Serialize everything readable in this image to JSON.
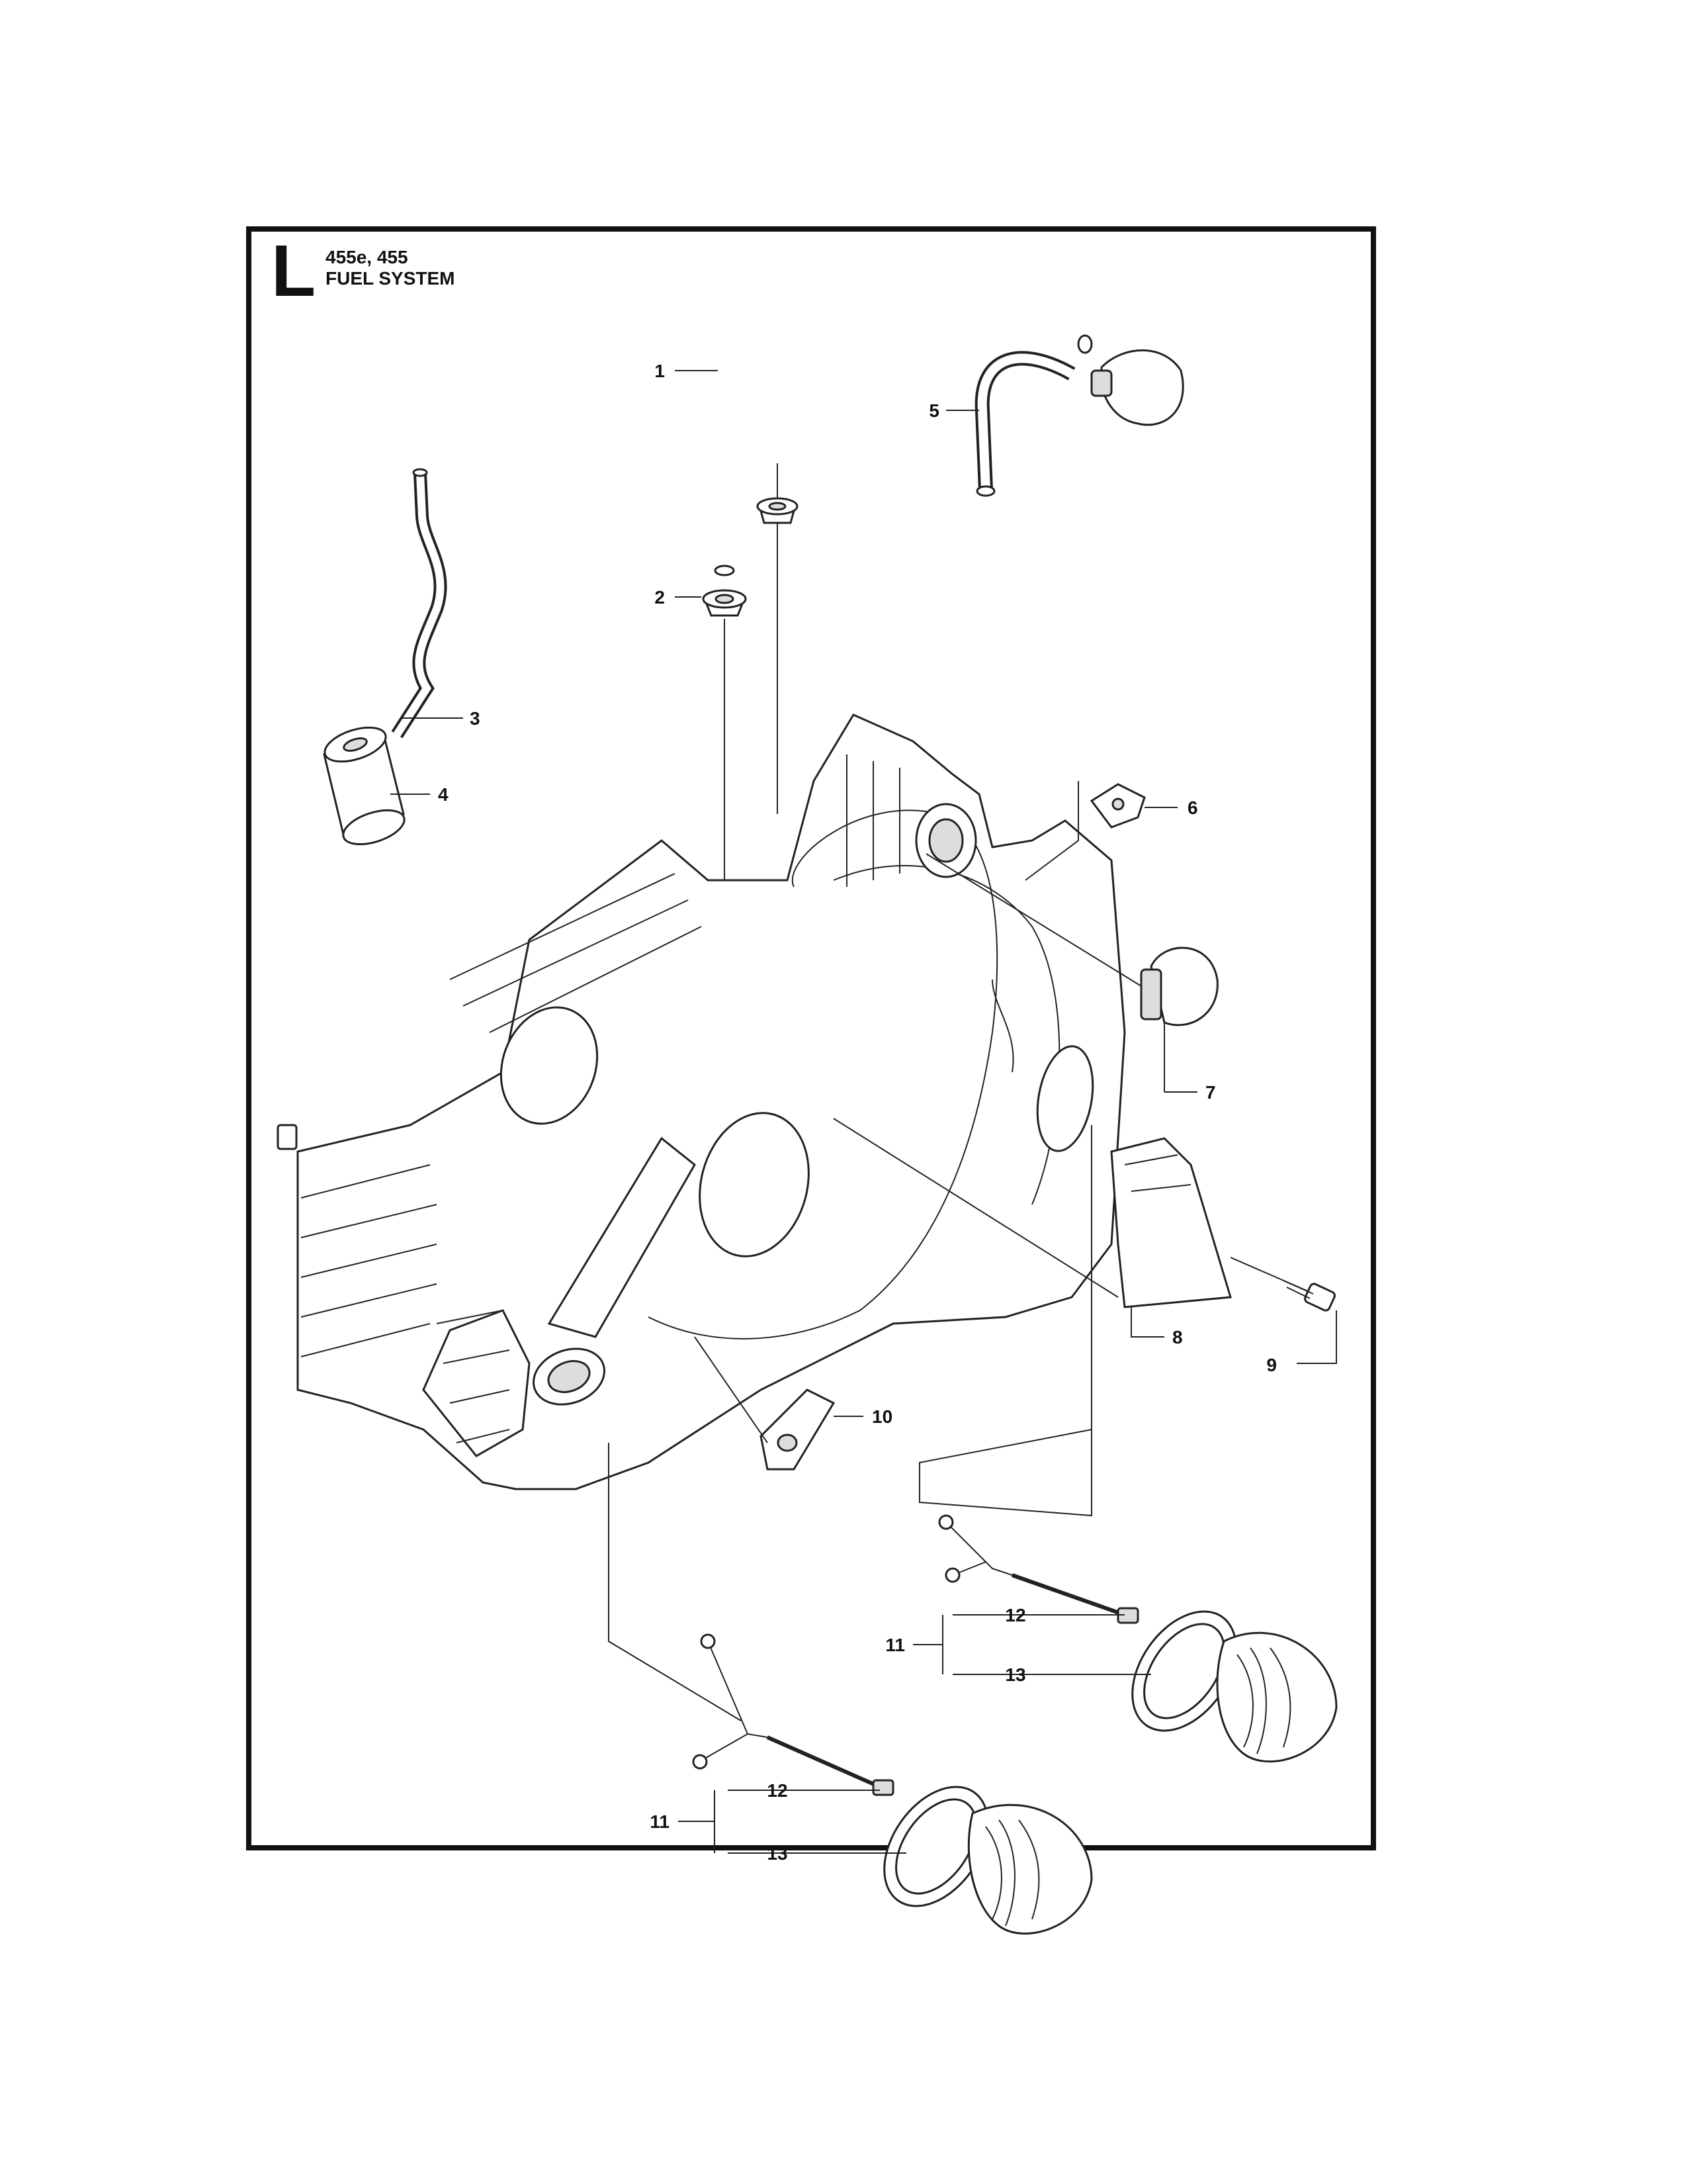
{
  "header": {
    "section_letter": "L",
    "models": "455e, 455",
    "title": "FUEL SYSTEM"
  },
  "callouts": {
    "c1": "1",
    "c2": "2",
    "c3": "3",
    "c4": "4",
    "c5": "5",
    "c6": "6",
    "c7": "7",
    "c8": "8",
    "c9": "9",
    "c10": "10",
    "c11a": "11",
    "c12a": "12",
    "c13a": "13",
    "c11b": "11",
    "c12b": "12",
    "c13b": "13"
  }
}
